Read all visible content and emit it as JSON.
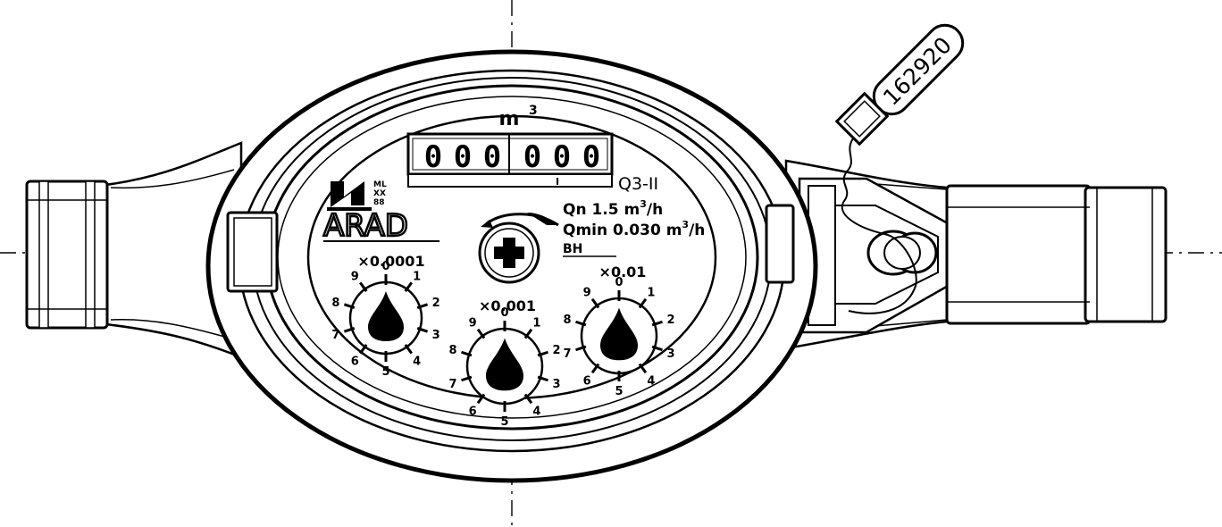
{
  "unit": {
    "m": "m",
    "exp": "3"
  },
  "counter": {
    "digits": [
      "0",
      "0",
      "0",
      "0",
      "0",
      "0"
    ],
    "sub_mark": "I"
  },
  "class_label": "Q3-II",
  "logo": {
    "wordmark": "ARAD",
    "approval": [
      "ML",
      "XX",
      "88"
    ]
  },
  "specs": {
    "qn": {
      "text": "Qn 1.5 m",
      "exp": "3",
      "unit": "/h"
    },
    "qmin": {
      "text": "Qmin 0.030 m",
      "exp": "3",
      "unit": "/h"
    },
    "bh": "BH"
  },
  "dials": [
    {
      "multiplier": "×0.0001",
      "labels": [
        "0",
        "1",
        "2",
        "3",
        "4",
        "5",
        "6",
        "7",
        "8",
        "9"
      ]
    },
    {
      "multiplier": "×0.001",
      "labels": [
        "0",
        "1",
        "2",
        "3",
        "4",
        "5",
        "6",
        "7",
        "8",
        "9"
      ]
    },
    {
      "multiplier": "×0.01",
      "labels": [
        "0",
        "1",
        "2",
        "3",
        "4",
        "5",
        "6",
        "7",
        "8",
        "9"
      ]
    }
  ],
  "seal_tag": "162920",
  "colors": {
    "ink": "#000000",
    "paper": "#ffffff"
  }
}
